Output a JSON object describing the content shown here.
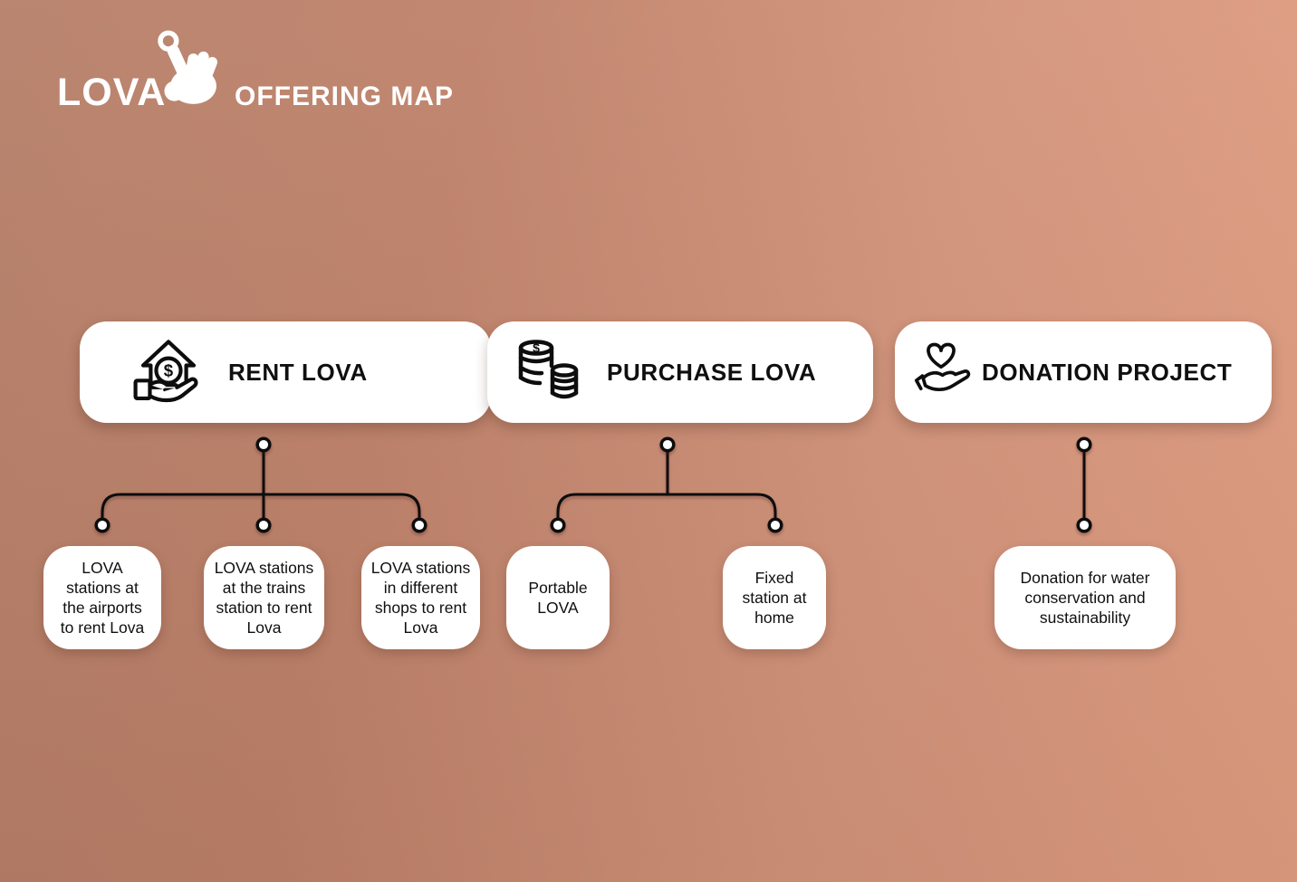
{
  "header": {
    "logo_text": "LOVA",
    "title": "OFFERING MAP"
  },
  "icons": {
    "logo": "tap-click-icon",
    "rent": "hand-house-dollar-icon",
    "purchase": "coins-stack-icon",
    "donation": "hand-heart-icon",
    "dollar_glyph": "$"
  },
  "branches": [
    {
      "label": "RENT LOVA",
      "children": [
        "LOVA stations at the airports to rent Lova",
        "LOVA stations at the trains station to rent Lova",
        "LOVA stations in different shops to rent Lova"
      ]
    },
    {
      "label": "PURCHASE LOVA",
      "children": [
        "Portable LOVA",
        "Fixed station at home"
      ]
    },
    {
      "label": "DONATION PROJECT",
      "children": [
        "Donation for water conservation and sustainability"
      ]
    }
  ],
  "colors": {
    "background_dark": "#b67f68",
    "background_light": "#e29e81",
    "card": "#ffffff",
    "line": "#111111",
    "text": "#101010",
    "header_text": "#ffffff"
  }
}
